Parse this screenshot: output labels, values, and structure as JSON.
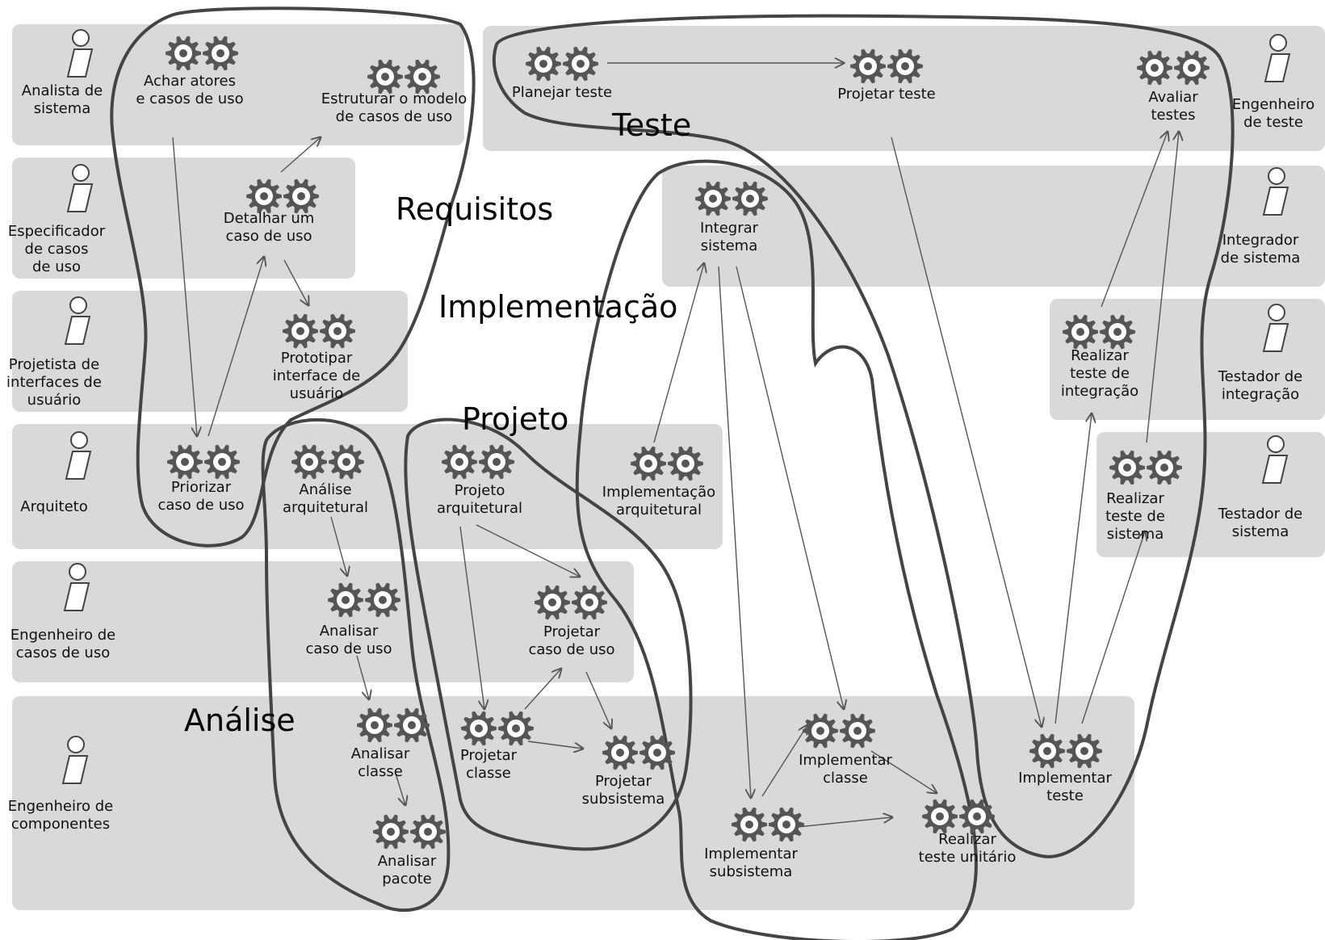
{
  "roles": [
    {
      "id": "analista",
      "lines": [
        "Analista de",
        "sistema"
      ]
    },
    {
      "id": "especificador",
      "lines": [
        "Especificador",
        "de casos",
        "de uso"
      ]
    },
    {
      "id": "projetista",
      "lines": [
        "Projetista de",
        "interfaces de",
        "usuário"
      ]
    },
    {
      "id": "arquiteto",
      "lines": [
        "Arquiteto"
      ]
    },
    {
      "id": "eng-casos",
      "lines": [
        "Engenheiro de",
        "casos de uso"
      ]
    },
    {
      "id": "eng-comp",
      "lines": [
        "Engenheiro de",
        "componentes"
      ]
    },
    {
      "id": "eng-teste",
      "lines": [
        "Engenheiro",
        "de teste"
      ]
    },
    {
      "id": "integrador",
      "lines": [
        "Integrador",
        "de sistema"
      ]
    },
    {
      "id": "testador-int",
      "lines": [
        "Testador de",
        "integração"
      ]
    },
    {
      "id": "testador-sis",
      "lines": [
        "Testador de",
        "sistema"
      ]
    }
  ],
  "disciplines": [
    {
      "id": "requisitos",
      "label": "Requisitos"
    },
    {
      "id": "analise",
      "label": "Análise"
    },
    {
      "id": "projeto",
      "label": "Projeto"
    },
    {
      "id": "implementacao",
      "label": "Implementação"
    },
    {
      "id": "teste",
      "label": "Teste"
    }
  ],
  "activities": [
    {
      "id": "achar",
      "lines": [
        "Achar atores",
        "e casos de uso"
      ]
    },
    {
      "id": "estruturar",
      "lines": [
        "Estruturar o modelo",
        "de casos de uso"
      ]
    },
    {
      "id": "detalhar",
      "lines": [
        "Detalhar um",
        "caso de uso"
      ]
    },
    {
      "id": "prototipar",
      "lines": [
        "Prototipar",
        "interface de",
        "usuário"
      ]
    },
    {
      "id": "priorizar",
      "lines": [
        "Priorizar",
        "caso de uso"
      ]
    },
    {
      "id": "analise-arq",
      "lines": [
        "Análise",
        "arquitetural"
      ]
    },
    {
      "id": "analisar-caso",
      "lines": [
        "Analisar",
        "caso de uso"
      ]
    },
    {
      "id": "analisar-classe",
      "lines": [
        "Analisar",
        "classe"
      ]
    },
    {
      "id": "analisar-pacote",
      "lines": [
        "Analisar",
        "pacote"
      ]
    },
    {
      "id": "projeto-arq",
      "lines": [
        "Projeto",
        "arquitetural"
      ]
    },
    {
      "id": "projetar-caso",
      "lines": [
        "Projetar",
        "caso de uso"
      ]
    },
    {
      "id": "projetar-classe",
      "lines": [
        "Projetar",
        "classe"
      ]
    },
    {
      "id": "projetar-subsistema",
      "lines": [
        "Projetar",
        "subsistema"
      ]
    },
    {
      "id": "impl-arq",
      "lines": [
        "Implementação",
        "arquitetural"
      ]
    },
    {
      "id": "integrar",
      "lines": [
        "Integrar",
        "sistema"
      ]
    },
    {
      "id": "impl-classe",
      "lines": [
        "Implementar",
        "classe"
      ]
    },
    {
      "id": "impl-subsistema",
      "lines": [
        "Implementar",
        "subsistema"
      ]
    },
    {
      "id": "teste-unitario",
      "lines": [
        "Realizar",
        "teste unitário"
      ]
    },
    {
      "id": "planejar-teste",
      "lines": [
        "Planejar teste"
      ]
    },
    {
      "id": "projetar-teste",
      "lines": [
        "Projetar teste"
      ]
    },
    {
      "id": "avaliar-testes",
      "lines": [
        "Avaliar",
        "testes"
      ]
    },
    {
      "id": "teste-integracao",
      "lines": [
        "Realizar",
        "teste de",
        "integração"
      ]
    },
    {
      "id": "teste-sistema",
      "lines": [
        "Realizar",
        "teste de",
        "sistema"
      ]
    },
    {
      "id": "impl-teste",
      "lines": [
        "Implementar",
        "teste"
      ]
    }
  ],
  "flows": [
    [
      "achar",
      "priorizar"
    ],
    [
      "priorizar",
      "detalhar"
    ],
    [
      "detalhar",
      "estruturar"
    ],
    [
      "detalhar",
      "prototipar"
    ],
    [
      "analise-arq",
      "analisar-caso"
    ],
    [
      "analisar-caso",
      "analisar-classe"
    ],
    [
      "analisar-classe",
      "analisar-pacote"
    ],
    [
      "projeto-arq",
      "projetar-caso"
    ],
    [
      "projeto-arq",
      "projetar-classe"
    ],
    [
      "projetar-classe",
      "projetar-caso"
    ],
    [
      "projetar-caso",
      "projetar-subsistema"
    ],
    [
      "projetar-classe",
      "projetar-subsistema"
    ],
    [
      "impl-arq",
      "integrar"
    ],
    [
      "integrar",
      "impl-subsistema"
    ],
    [
      "integrar",
      "impl-classe"
    ],
    [
      "impl-subsistema",
      "impl-classe"
    ],
    [
      "impl-subsistema",
      "teste-unitario"
    ],
    [
      "impl-classe",
      "teste-unitario"
    ],
    [
      "planejar-teste",
      "projetar-teste"
    ],
    [
      "projetar-teste",
      "impl-teste"
    ],
    [
      "impl-teste",
      "teste-integracao"
    ],
    [
      "impl-teste",
      "teste-sistema"
    ],
    [
      "teste-integracao",
      "avaliar-testes"
    ],
    [
      "teste-sistema",
      "avaliar-testes"
    ]
  ]
}
